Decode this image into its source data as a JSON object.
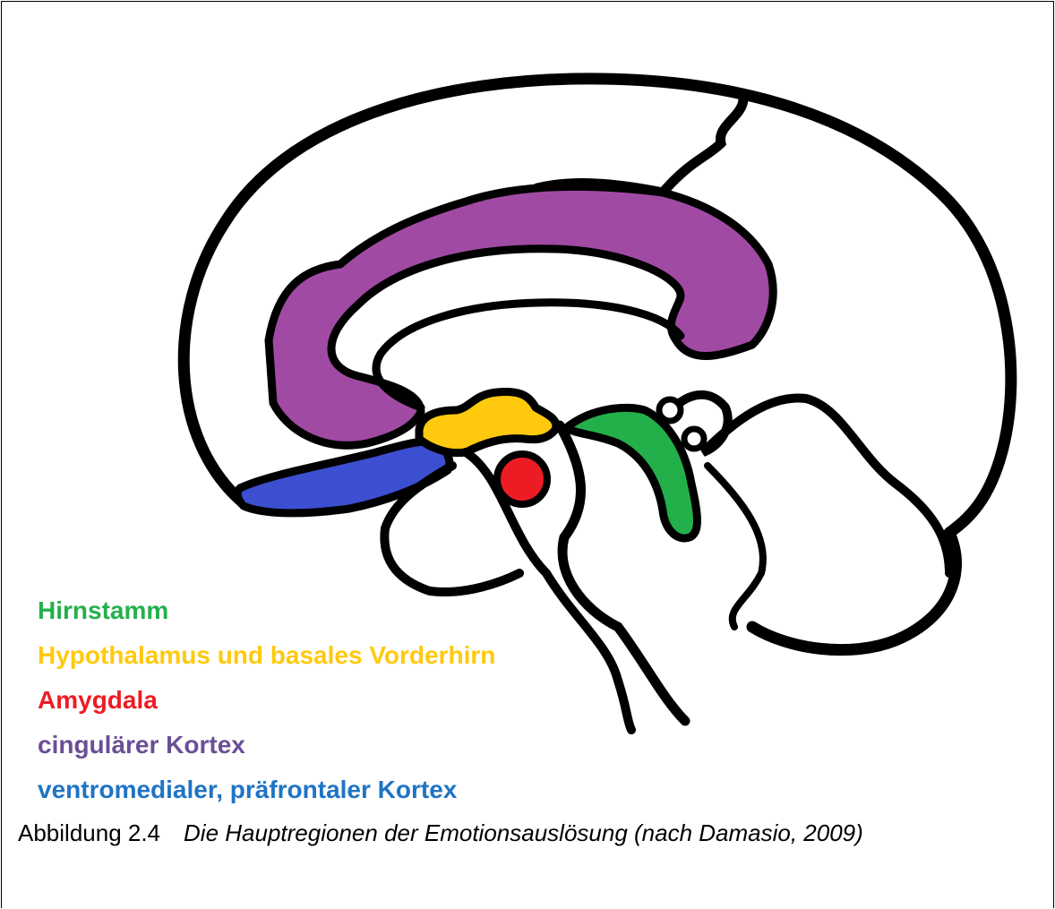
{
  "colors": {
    "brainstem": "#23b04b",
    "hypothalamus": "#ffc90e",
    "amygdala": "#ed1c24",
    "cingulate": "#a14aa3",
    "cingulate_label": "#6b4f96",
    "vmpfc": "#3c4fd0",
    "vmpfc_label": "#1f74c4",
    "outline": "#000000"
  },
  "legend": [
    {
      "id": "brainstem",
      "label": "Hirnstamm"
    },
    {
      "id": "hypothalamus",
      "label": "Hypothalamus und basales Vorderhirn"
    },
    {
      "id": "amygdala",
      "label": "Amygdala"
    },
    {
      "id": "cingulate",
      "label": "cingulärer Kortex"
    },
    {
      "id": "vmpfc",
      "label": "ventromedialer, präfrontaler Kortex"
    }
  ],
  "caption": {
    "number": "Abbildung 2.4",
    "title": "Die Hauptregionen der Emotionsauslösung (nach Damasio, 2009)"
  }
}
